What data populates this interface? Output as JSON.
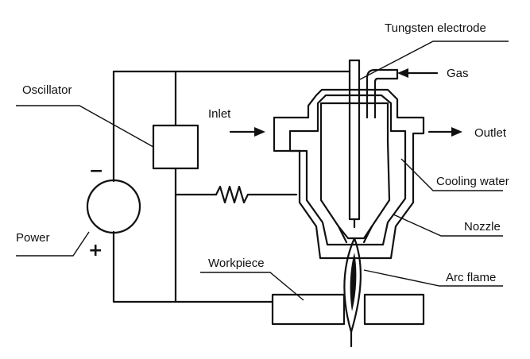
{
  "labels": {
    "tungsten_electrode": "Tungsten electrode",
    "gas": "Gas",
    "oscillator": "Oscillator",
    "inlet": "Inlet",
    "outlet": "Outlet",
    "cooling_water": "Cooling water",
    "power": "Power",
    "nozzle": "Nozzle",
    "workpiece": "Workpiece",
    "arc_flame": "Arc flame",
    "minus_sign": "−",
    "plus_sign": "+"
  },
  "colors": {
    "ink": "#111111",
    "background": "#ffffff"
  }
}
